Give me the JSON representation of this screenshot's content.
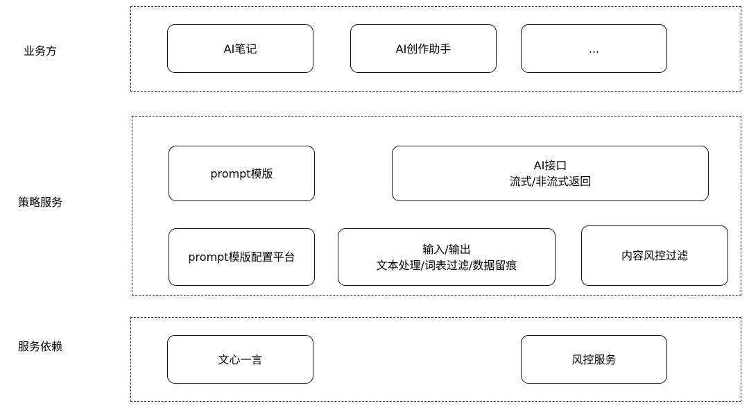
{
  "layers": {
    "business": {
      "label": "业务方"
    },
    "strategy": {
      "label": "策略服务"
    },
    "dependency": {
      "label": "服务依赖"
    }
  },
  "nodes": {
    "ai_notes": {
      "lines": [
        "AI笔记"
      ]
    },
    "ai_creation_assistant": {
      "lines": [
        "AI创作助手"
      ]
    },
    "more": {
      "lines": [
        "..."
      ]
    },
    "prompt_template": {
      "lines": [
        "prompt模版"
      ]
    },
    "ai_interface": {
      "lines": [
        "AI接口",
        "流式/非流式返回"
      ]
    },
    "prompt_template_platform": {
      "lines": [
        "prompt模版配置平台"
      ]
    },
    "io_processing": {
      "lines": [
        "输入/输出",
        "文本处理/词表过滤/数据留痕"
      ]
    },
    "content_risk_filter": {
      "lines": [
        "内容风控过滤"
      ]
    },
    "ernie_bot": {
      "lines": [
        "文心一言"
      ]
    },
    "risk_control_service": {
      "lines": [
        "风控服务"
      ]
    }
  }
}
